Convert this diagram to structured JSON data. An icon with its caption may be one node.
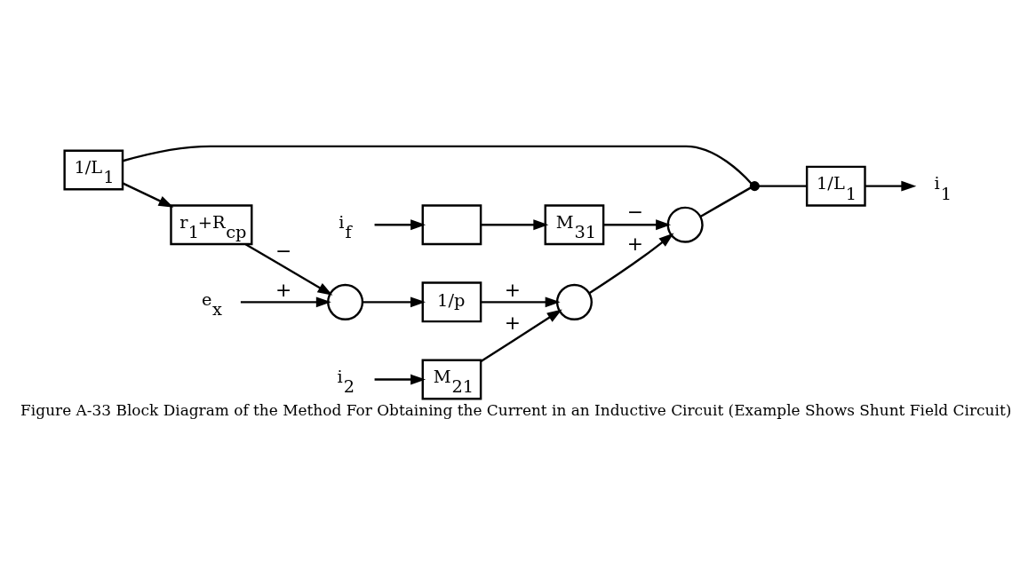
{
  "diagram": {
    "caption": "Figure A-33 Block Diagram of the Method For Obtaining the Current in an Inductive Circuit (Example Shows Shunt Field Circuit)",
    "nodes": [
      {
        "text": [
          "1/L$_{1}$"
        ]
      },
      {
        "text": [
          "r$_{1}$+R$_{cp}$"
        ]
      },
      {
        "text": [],
        "shape": "circle"
      },
      {
        "text": [
          "1/p"
        ]
      },
      {
        "text": [],
        "shape": "circle"
      },
      {
        "text": [],
        "shape": "circle"
      },
      {
        "text": [],
        "shape": "dot"
      },
      {
        "text": [
          "1/L$_{1}$"
        ]
      },
      {
        "text": [
          "M$_{21}$"
        ]
      },
      {
        "text": [
          "M$_{31}$"
        ]
      },
      {
        "text": [],
        "shape": "box"
      },
      {
        "text": [
          "e$_{x}$"
        ]
      },
      {
        "text": [
          "i$_{1}$"
        ]
      },
      {
        "text": [
          "i$_{f}$"
        ]
      },
      {
        "text": [
          "i$_{2}$"
        ]
      }
    ],
    "edges": [
      {
        "from": 11,
        "to": 2,
        "arrow": "to",
        "label": "+"
      },
      {
        "from": 1,
        "to": 2,
        "arrow": "to",
        "label": "−"
      },
      {
        "from": 2,
        "to": 3,
        "arrow": "to"
      },
      {
        "from": 3,
        "to": 4,
        "arrow": "to",
        "label": "+"
      },
      {
        "from": 8,
        "to": 4,
        "arrow": "to",
        "label": "+"
      },
      {
        "from": 4,
        "to": 5,
        "arrow": "to",
        "label": "+"
      },
      {
        "from": 9,
        "to": 5,
        "arrow": "to",
        "label": "−"
      },
      {
        "from": 5,
        "to": 6,
        "arrow": "none"
      },
      {
        "from": 6,
        "to": 7,
        "arrow": "none"
      },
      {
        "from": 7,
        "to": 12,
        "arrow": "to"
      },
      {
        "from": 6,
        "to": 0,
        "arrow": "none"
      },
      {
        "from": 0,
        "to": 1,
        "arrow": "to"
      },
      {
        "from": 10,
        "to": 9,
        "arrow": "to"
      },
      {
        "from": 13,
        "to": 10,
        "arrow": "to"
      },
      {
        "from": 14,
        "to": 8,
        "arrow": "to"
      }
    ]
  }
}
